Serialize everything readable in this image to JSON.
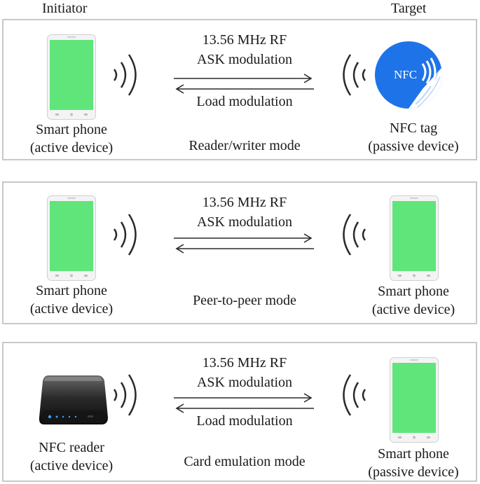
{
  "header": {
    "initiator": "Initiator",
    "target": "Target"
  },
  "colors": {
    "screen": "#5fe57a",
    "tag_blue": "#1e73e8",
    "waves": "#2a2a2a",
    "panel_border": "#c8c8c8"
  },
  "panels": [
    {
      "mode": "Reader/writer mode",
      "rf_line1": "13.56 MHz RF",
      "rf_line2": "ASK modulation",
      "return_label": "Load modulation",
      "left_device": {
        "icon": "smartphone-icon",
        "line1": "Smart phone",
        "line2": "(active device)"
      },
      "right_device": {
        "icon": "nfc-tag-icon",
        "tag_text": "NFC",
        "line1": "NFC tag",
        "line2": "(passive device)"
      }
    },
    {
      "mode": "Peer-to-peer mode",
      "rf_line1": "13.56 MHz RF",
      "rf_line2": "ASK modulation",
      "left_device": {
        "icon": "smartphone-icon",
        "line1": "Smart phone",
        "line2": "(active device)"
      },
      "right_device": {
        "icon": "smartphone-icon",
        "line1": "Smart phone",
        "line2": "(active device)"
      }
    },
    {
      "mode": "Card emulation mode",
      "rf_line1": "13.56 MHz RF",
      "rf_line2": "ASK modulation",
      "return_label": "Load modulation",
      "left_device": {
        "icon": "nfc-reader-icon",
        "line1": "NFC reader",
        "line2": "(active device)"
      },
      "right_device": {
        "icon": "smartphone-icon",
        "line1": "Smart phone",
        "line2": "(passive device)"
      }
    }
  ]
}
